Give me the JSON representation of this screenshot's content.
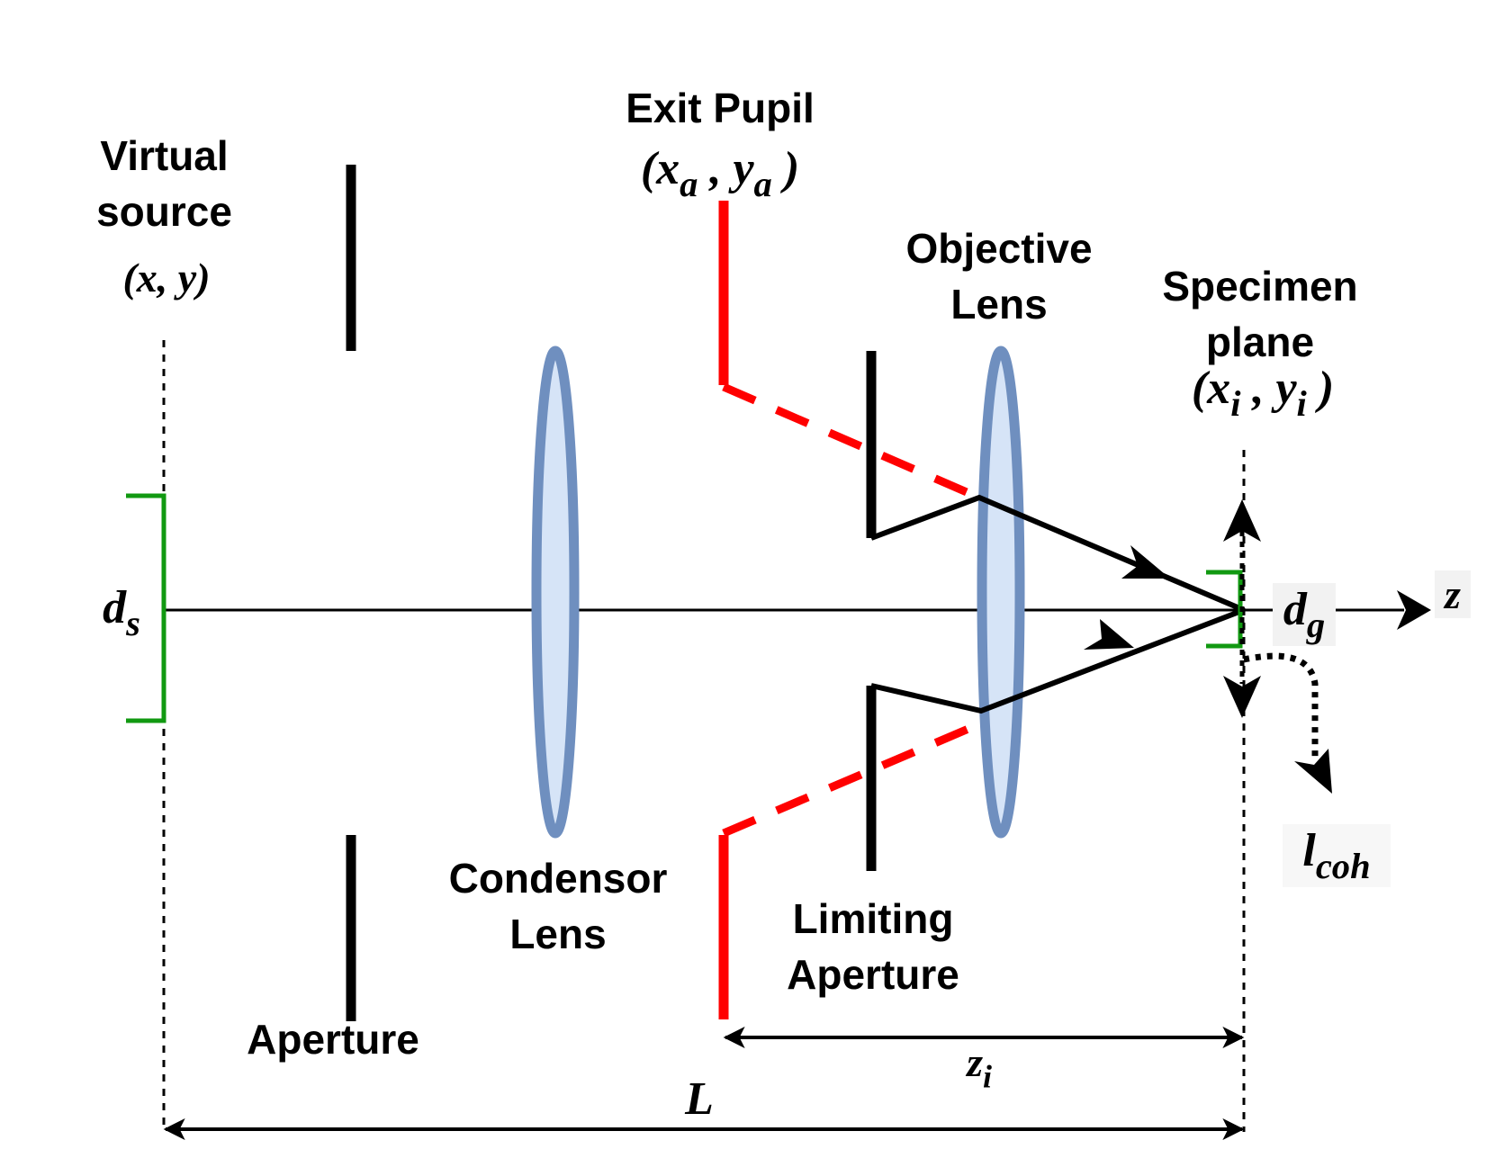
{
  "labels": {
    "virtual_source": "Virtual\nsource",
    "virtual_source_coords": "(x, y)",
    "exit_pupil": "Exit Pupil",
    "exit_pupil_coords": {
      "open": "(x",
      "a1": "a",
      "sep": " , y",
      "a2": "a",
      "close": " )"
    },
    "objective_lens": "Objective\nLens",
    "specimen_plane": "Specimen\nplane",
    "specimen_coords": {
      "open": "(x",
      "i1": "i",
      "sep": " , y",
      "i2": "i",
      "close": " )"
    },
    "condensor_lens": "Condensor\nLens",
    "limiting_aperture": "Limiting\nAperture",
    "aperture": "Aperture"
  },
  "symbols": {
    "ds": {
      "base": "d",
      "sub": "s"
    },
    "dg": {
      "base": "d",
      "sub": "g"
    },
    "z": "z",
    "zi": {
      "base": "z",
      "sub": "i"
    },
    "L": "L",
    "lcoh": {
      "base": "l",
      "sub": "coh"
    }
  },
  "colors": {
    "lens_fill": "#d6e4f7",
    "lens_stroke": "#6f8fbf",
    "exit_pupil": "#ff0000",
    "source_bracket": "#119911",
    "ink": "#000000"
  }
}
